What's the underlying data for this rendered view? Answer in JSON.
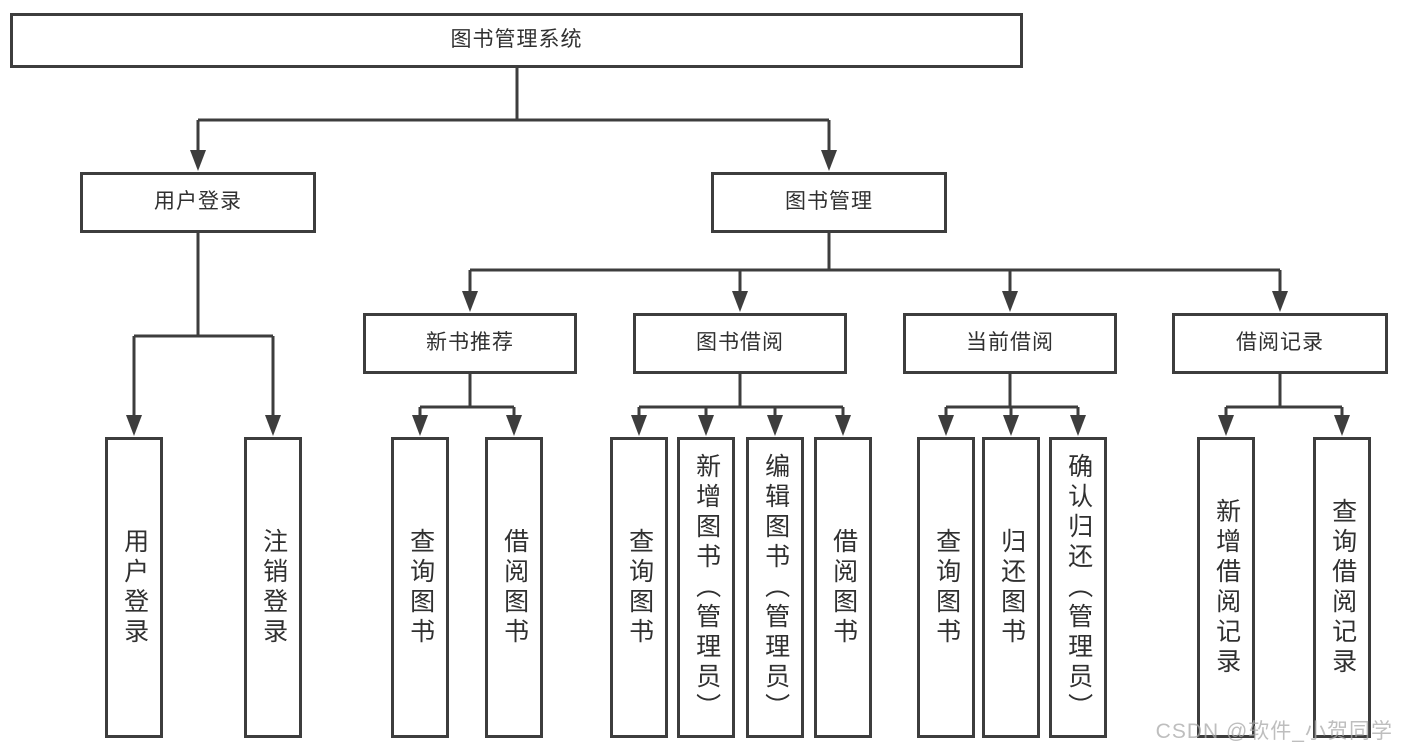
{
  "tree": {
    "root": {
      "label": "图书管理系统"
    },
    "l2": [
      {
        "label": "用户登录",
        "children": [
          {
            "label": "用户登录"
          },
          {
            "label": "注销登录"
          }
        ]
      },
      {
        "label": "图书管理",
        "children": [
          {
            "label": "新书推荐",
            "children": [
              {
                "label": "查询图书"
              },
              {
                "label": "借阅图书"
              }
            ]
          },
          {
            "label": "图书借阅",
            "children": [
              {
                "label": "查询图书"
              },
              {
                "label": "新增图书（管理员）"
              },
              {
                "label": "编辑图书（管理员）"
              },
              {
                "label": "借阅图书"
              }
            ]
          },
          {
            "label": "当前借阅",
            "children": [
              {
                "label": "查询图书"
              },
              {
                "label": "归还图书"
              },
              {
                "label": "确认归还（管理员）"
              }
            ]
          },
          {
            "label": "借阅记录",
            "children": [
              {
                "label": "新增借阅记录"
              },
              {
                "label": "查询借阅记录"
              }
            ]
          }
        ]
      }
    ]
  },
  "watermark": {
    "text": "CSDN @软件_小贺同学",
    "color": "#a9a9a9"
  },
  "colors": {
    "line": "#3d3d3d",
    "text": "#303030",
    "background": "#ffffff"
  }
}
